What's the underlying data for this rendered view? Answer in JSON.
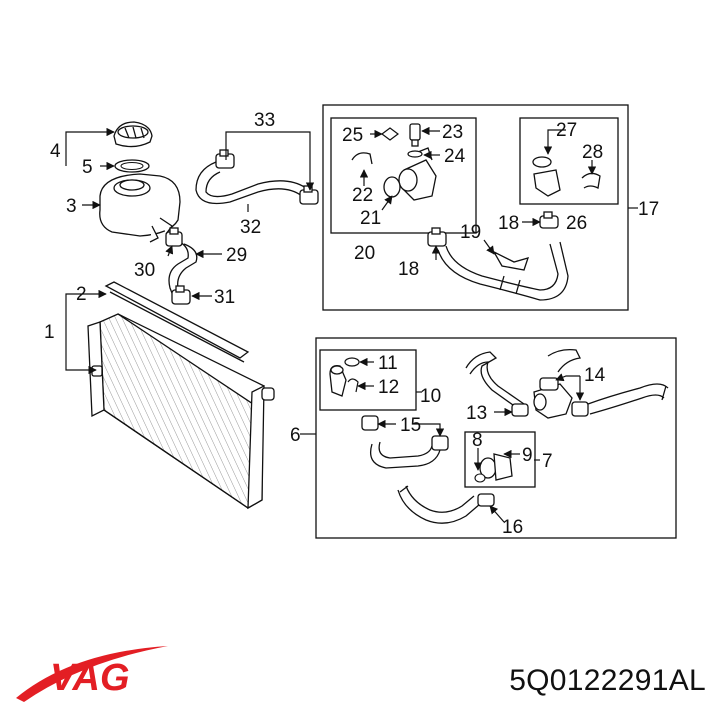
{
  "brand": {
    "name": "VAG",
    "color": "#e31e24"
  },
  "part_number": "5Q0122291AL",
  "callouts": {
    "c1": "1",
    "c2": "2",
    "c3": "3",
    "c4": "4",
    "c5": "5",
    "c6": "6",
    "c7": "7",
    "c8": "8",
    "c9": "9",
    "c10": "10",
    "c11": "11",
    "c12": "12",
    "c13": "13",
    "c14": "14",
    "c15": "15",
    "c16": "16",
    "c17": "17",
    "c18a": "18",
    "c18b": "18",
    "c19": "19",
    "c20": "20",
    "c21": "21",
    "c22": "22",
    "c23": "23",
    "c24": "24",
    "c25": "25",
    "c26": "26",
    "c27": "27",
    "c28": "28",
    "c29": "29",
    "c30": "30",
    "c31": "31",
    "c32": "32",
    "c33": "33"
  }
}
